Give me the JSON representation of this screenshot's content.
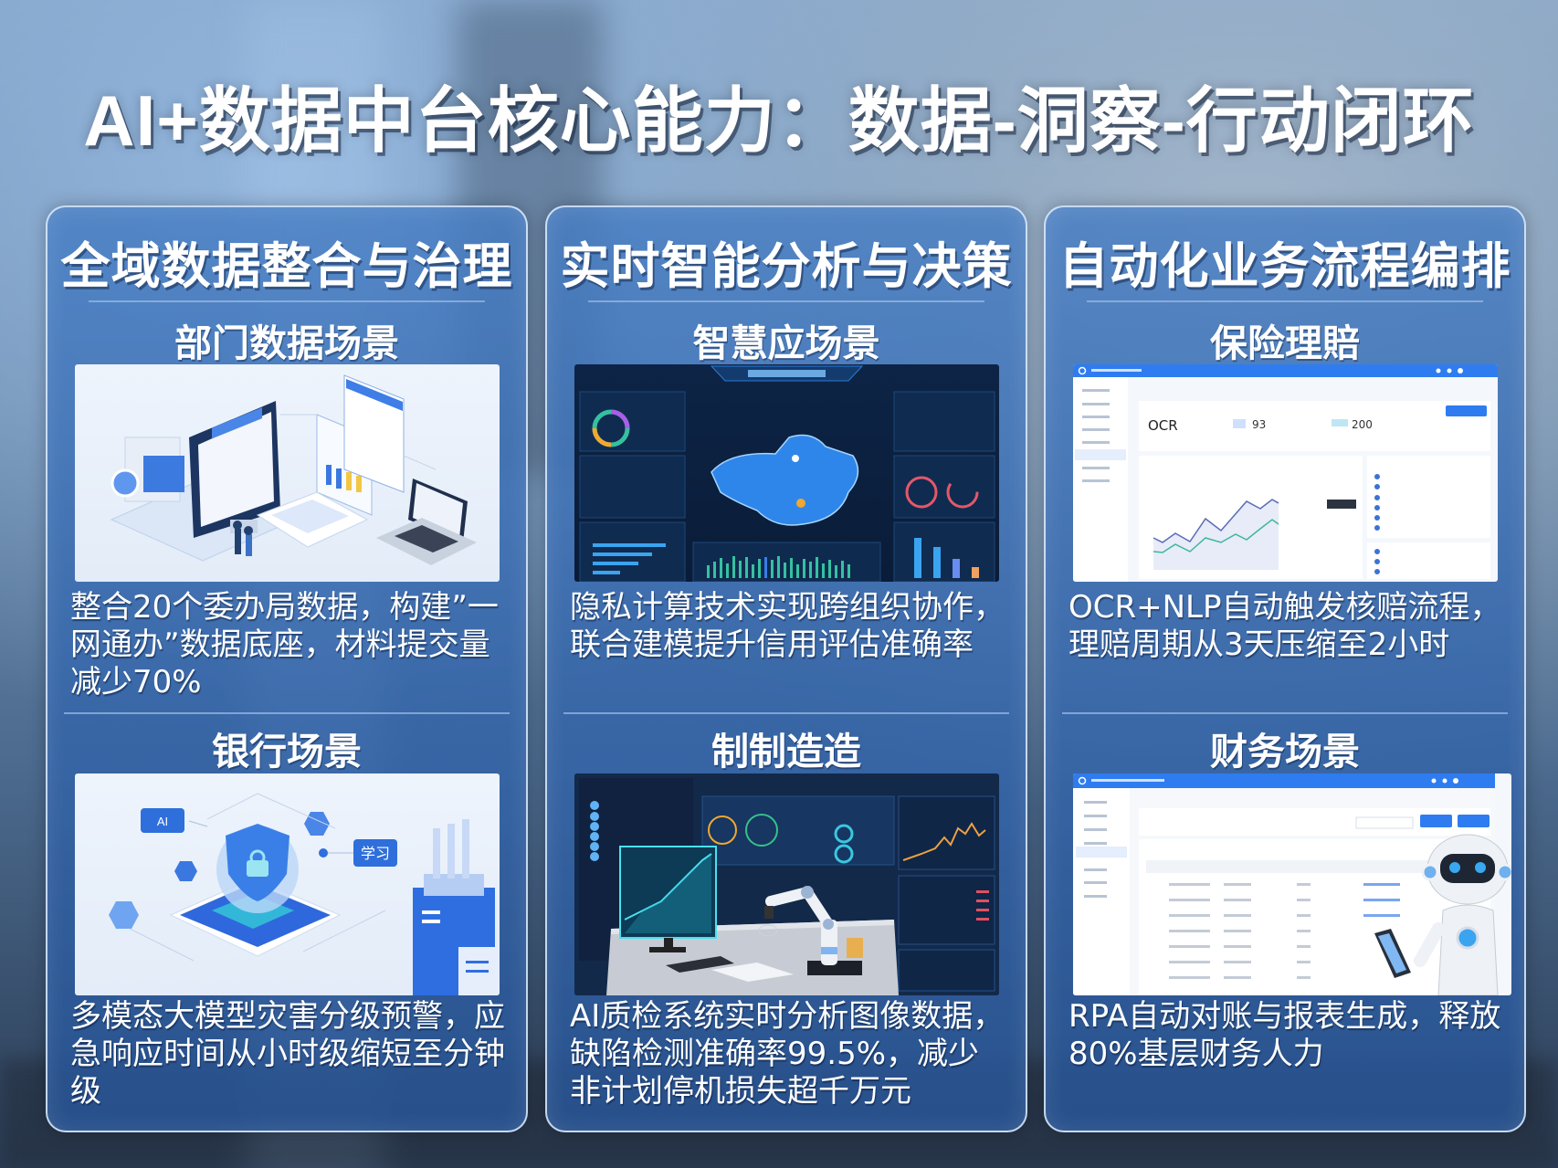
{
  "page": {
    "title": "AI+数据中台核心能力：数据-洞察-行动闭环"
  },
  "colors": {
    "panel_blue": "#3f78c0",
    "panel_border": "#e1eeff",
    "text": "#ffffff",
    "accent_blue": "#2f7cf0",
    "dashboard_dark": "#0d2446"
  },
  "panels": [
    {
      "heading": "全域数据整合与治理",
      "scenarios": [
        {
          "label": "部门数据场景",
          "image": "isometric-data-platform-illustration",
          "description": "整合20个委办局数据，构建”一网通办”数据底座，材料提交量减少70%"
        },
        {
          "label": "银行场景",
          "image": "isometric-security-shield-illustration",
          "image_tags": [
            "学习"
          ],
          "description": "多模态大模型灾害分级预警，应急响应时间从小时级缩短至分钟级"
        }
      ]
    },
    {
      "heading": "实时智能分析与决策",
      "scenarios": [
        {
          "label": "智慧应场景",
          "image": "smart-city-map-dashboard",
          "description": "隐私计算技术实现跨组织协作，联合建模提升信用评估准确率"
        },
        {
          "label": "制制造造",
          "image": "robotic-arm-quality-inspection-dashboard",
          "description": "AI质检系统实时分析图像数据，缺陷检测准确率99.5%，减少非计划停机损失超千万元"
        }
      ]
    },
    {
      "heading": "自动化业务流程编排",
      "scenarios": [
        {
          "label": "保险理賠",
          "image": "claims-ocr-web-app",
          "image_text": {
            "ocr": "OCR",
            "metric_a": "93",
            "metric_b": "200"
          },
          "description": "OCR+NLP自动触发核赔流程，理赔周期从3天压缩至2小时"
        },
        {
          "label": "财务场景",
          "image": "rpa-finance-table-with-robot",
          "description": "RPA自动对账与报表生成，释放80%基层财务人力"
        }
      ]
    }
  ]
}
